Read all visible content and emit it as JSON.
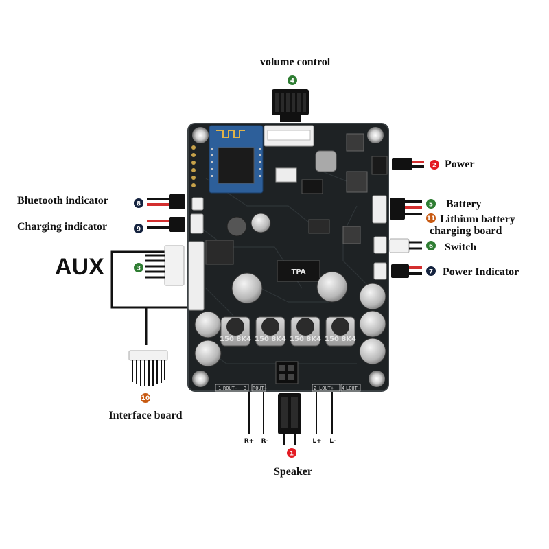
{
  "labels": {
    "volume": "volume control",
    "power": "Power",
    "bluetooth": "Bluetooth indicator",
    "charging": "Charging indicator",
    "battery": "Battery",
    "lithium1": "Lithium battery",
    "lithium2": "charging board",
    "switch": "Switch",
    "power_indicator": "Power Indicator",
    "aux": "AUX",
    "interface": "Interface board",
    "speaker": "Speaker"
  },
  "badges": {
    "b1": "1",
    "b2": "2",
    "b3": "3",
    "b4": "4",
    "b5": "5",
    "b6": "6",
    "b7": "7",
    "b8": "8",
    "b9": "9",
    "b10": "10",
    "b11": "11"
  },
  "speaker_terminals": {
    "rplus": "R+",
    "rminus": "R-",
    "lplus": "L+",
    "lminus": "L-"
  },
  "silkscreen": {
    "p1": "1",
    "rout_minus": "ROUT-",
    "p3": "3",
    "rout_plus": "ROUT+",
    "p2": "2",
    "lout_plus": "LOUT+",
    "p4": "4",
    "lout_minus": "LOUT-"
  },
  "inductors": [
    "150 8K4",
    "150 8K4",
    "150 8K4",
    "150 8K4"
  ],
  "colors": {
    "board": "#1e2224",
    "badge_green": "#2e7d32",
    "badge_red": "#e31b23",
    "badge_navy": "#15233f",
    "badge_orange": "#c85a12",
    "wire_red": "#d32f2f",
    "wire_black": "#111111",
    "connector_white": "#eeeeee"
  }
}
